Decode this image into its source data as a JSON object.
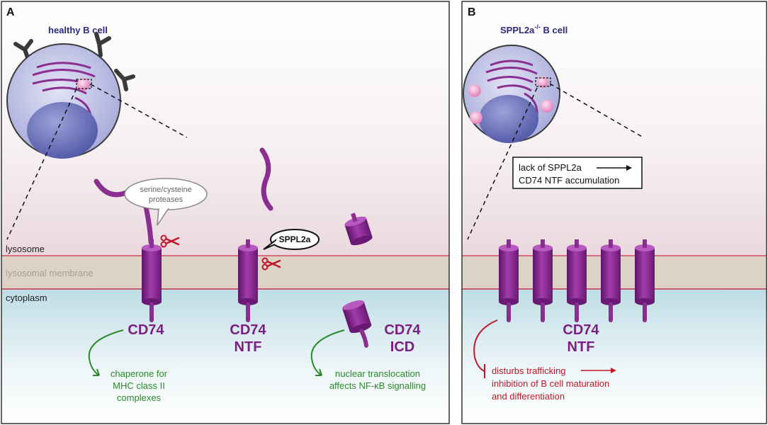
{
  "panel_a": {
    "letter": "A",
    "cell_title": "healthy B cell",
    "lysosome": "lysosome",
    "membrane": "lysosomal membrane",
    "cytoplasm": "cytoplasm",
    "proteases_line1": "serine/cysteine",
    "proteases_line2": "proteases",
    "sppl2a": "SPPL2a",
    "cd74": "CD74",
    "ntf_line1": "CD74",
    "ntf_line2": "NTF",
    "icd_line1": "CD74",
    "icd_line2": "ICD",
    "chaperone_line1": "chaperone for",
    "chaperone_line2": "MHC class II",
    "chaperone_line3": "complexes",
    "nuclear_line1": "nuclear translocation",
    "nuclear_line2": "affects NF-κB signalling"
  },
  "panel_b": {
    "letter": "B",
    "cell_title_main": "SPPL2a",
    "cell_title_sup": "-/-",
    "cell_title_rest": " B cell",
    "box_line1": "lack of SPPL2a",
    "box_line2": "CD74 NTF accumulation",
    "ntf_line1": "CD74",
    "ntf_line2": "NTF",
    "effect_line1": "disturbs trafficking",
    "effect_line2": "inhibition of B cell maturation",
    "effect_line3": "and differentiation"
  },
  "colors": {
    "purple": "#7b1f82",
    "title_blue": "#2e2a7a",
    "green": "#2a8a2a",
    "red": "#c0182a",
    "membrane": "#dcd2c6"
  }
}
